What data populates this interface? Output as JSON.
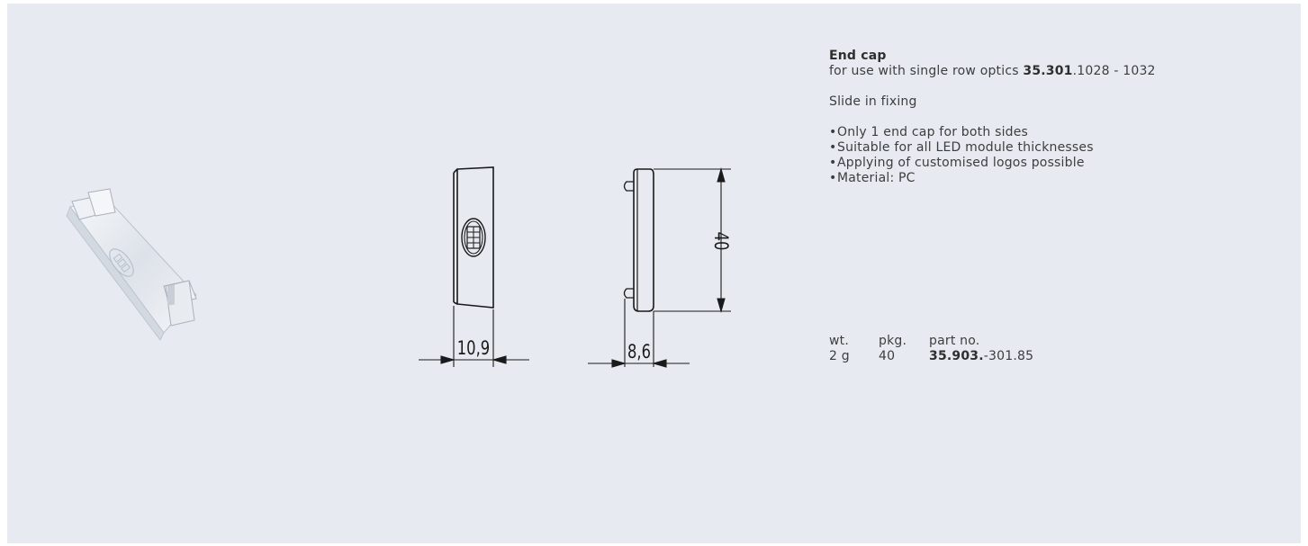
{
  "product": {
    "title": "End cap",
    "usage_prefix": "for use with single row optics ",
    "usage_bold": "35.301",
    "usage_suffix": ".1028 - 1032",
    "fixing": "Slide in fixing",
    "features": [
      "Only 1 end cap for both sides",
      "Suitable for all LED module thicknesses",
      "Applying of customised logos possible",
      "Material: PC"
    ]
  },
  "drawing": {
    "front_width_label": "10,9",
    "side_width_label": "8,6",
    "height_label": "40"
  },
  "specs": {
    "headers": {
      "weight": "wt.",
      "package": "pkg.",
      "part": "part no."
    },
    "values": {
      "weight": "2 g",
      "package": "40",
      "part_bold": "35.903.",
      "part_suffix": "-301.85"
    }
  },
  "colors": {
    "panel": "#e7ebf1",
    "text": "#3d3d3d",
    "line": "#1a1a1a"
  }
}
